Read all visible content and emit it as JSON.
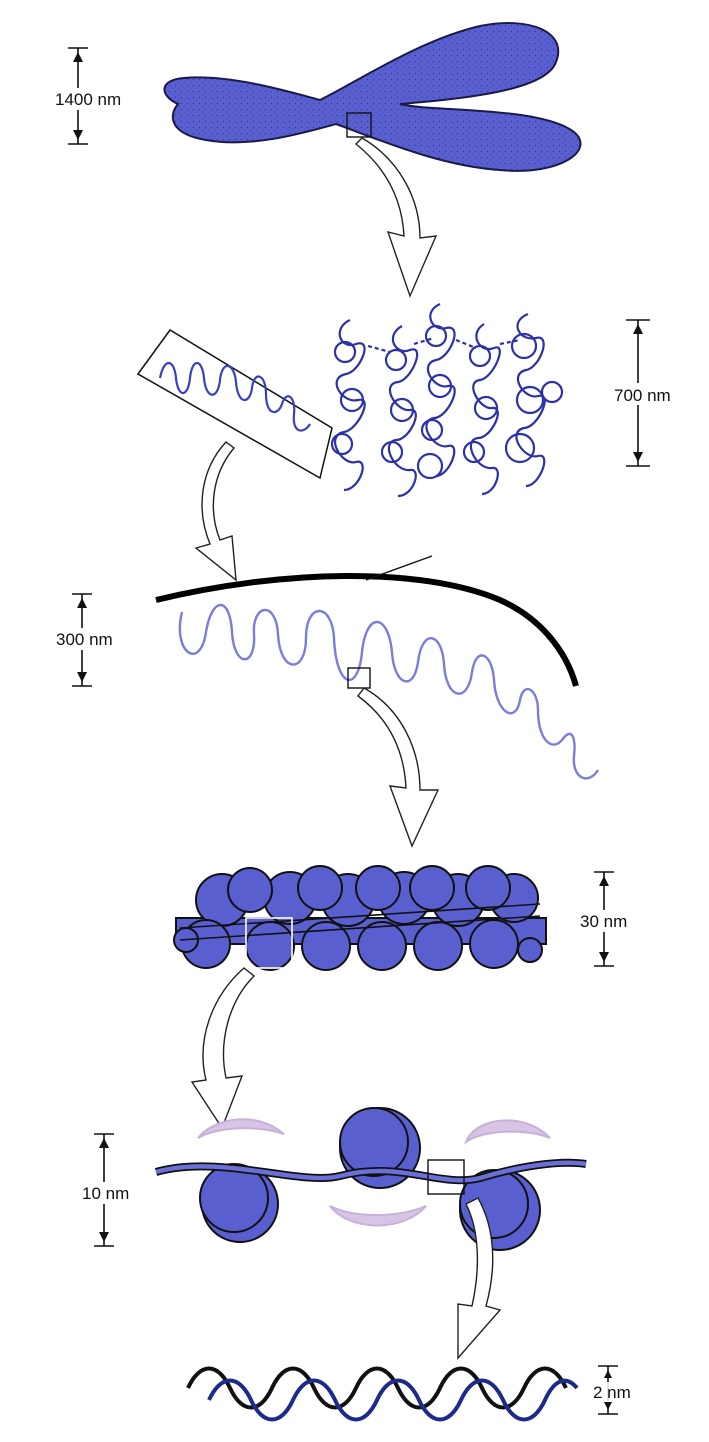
{
  "levels": [
    {
      "label": "1400 nm"
    },
    {
      "label": "700 nm"
    },
    {
      "label": "300 nm"
    },
    {
      "label": "30 nm"
    },
    {
      "label": "10 nm"
    },
    {
      "label": "2 nm"
    }
  ],
  "colors": {
    "chromatin_fill": "#5a5fd0",
    "chromatin_stroke": "#20237a",
    "fiber_line": "#6f73d6",
    "histone_light": "#d8c4e4",
    "dna_dark": "#1c2a8c",
    "dna_black": "#111111",
    "scaffold": "#000000"
  }
}
